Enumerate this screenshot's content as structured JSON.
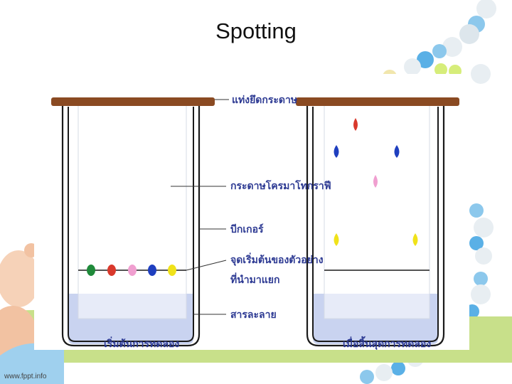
{
  "slide": {
    "title": "Spotting",
    "footer": "www.fppt.info"
  },
  "diagram": {
    "labels": {
      "paper_holder": "แท่งยึดกระดาษ",
      "chromatography_paper": "กระดาษโครมาโทกราฟี",
      "beaker": "บีกเกอร์",
      "start_point": "จุดเริ่มต้นของตัวอย่าง",
      "start_point_line2": "ที่นำมาแยก",
      "solvent": "สารละลาย",
      "before_caption": "เริ่มต้นการทดลอง",
      "after_caption": "เมื่อสิ้นสุดการทดลอง"
    },
    "colors": {
      "holder": "#8a4a22",
      "solvent": "#c9d3f0",
      "caption": "#2d3a93",
      "label": "#2d3a93",
      "green_spot": "#1f8a3a",
      "red_spot": "#d9392c",
      "pink_spot": "#f09fd0",
      "blue_spot": "#1f3fbf",
      "yellow_spot": "#f0e21a"
    }
  }
}
